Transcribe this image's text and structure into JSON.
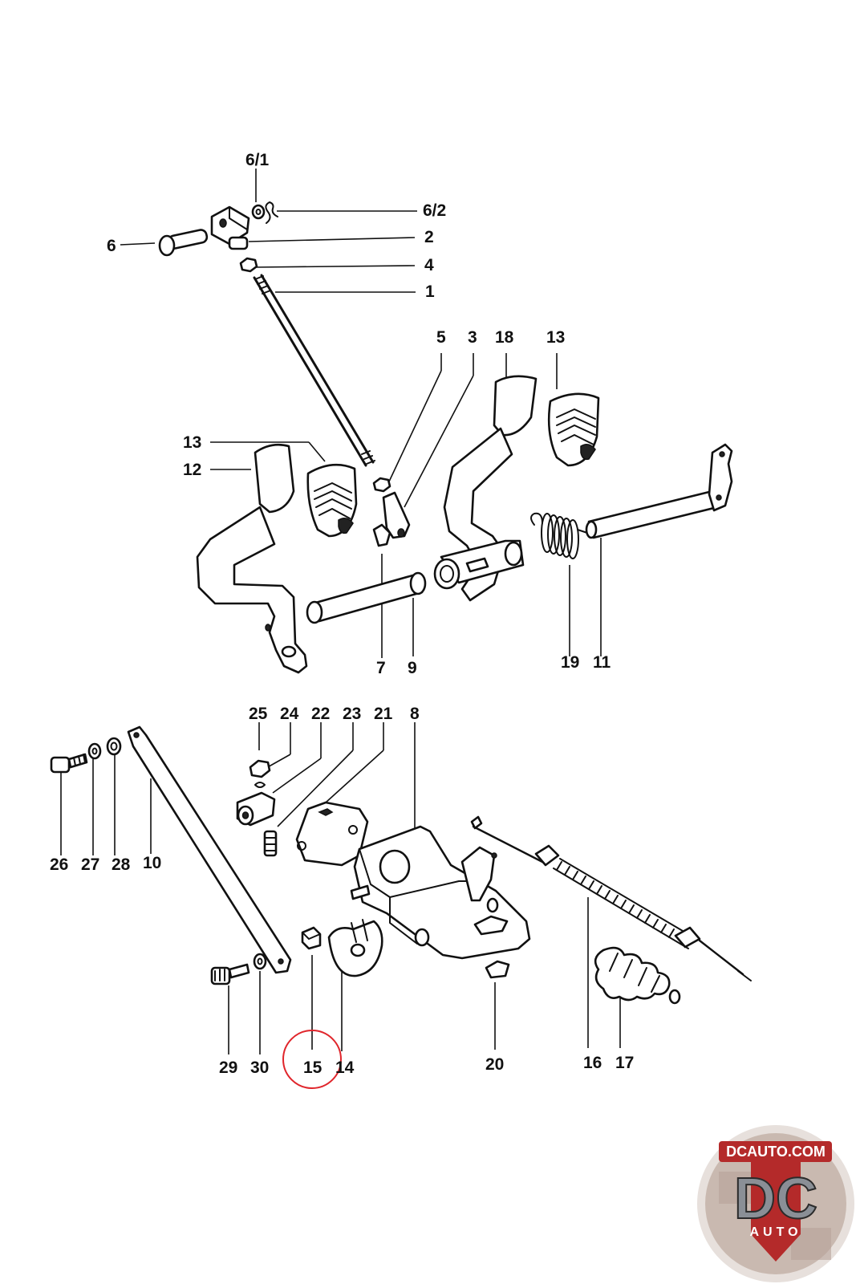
{
  "callouts": {
    "c6_1": "6/1",
    "c6_2": "6/2",
    "c6": "6",
    "c2": "2",
    "c4": "4",
    "c1": "1",
    "c5": "5",
    "c3": "3",
    "c18": "18",
    "c13a": "13",
    "c13b": "13",
    "c12": "12",
    "c7": "7",
    "c9": "9",
    "c19": "19",
    "c11": "11",
    "c25": "25",
    "c24": "24",
    "c22": "22",
    "c23": "23",
    "c21": "21",
    "c8": "8",
    "c26": "26",
    "c27": "27",
    "c28": "28",
    "c10": "10",
    "c29": "29",
    "c30": "30",
    "c15": "15",
    "c14": "14",
    "c20": "20",
    "c16": "16",
    "c17": "17"
  },
  "highlighted_part": "15",
  "highlight_color": "#e0252b",
  "logo": {
    "text_top": "DCAUTO.COM",
    "monogram": "DC",
    "text_bottom": "AUTO",
    "colors": {
      "ring": "#e7e0dc",
      "red": "#b42a2a",
      "letters": "#8a8f96"
    }
  }
}
